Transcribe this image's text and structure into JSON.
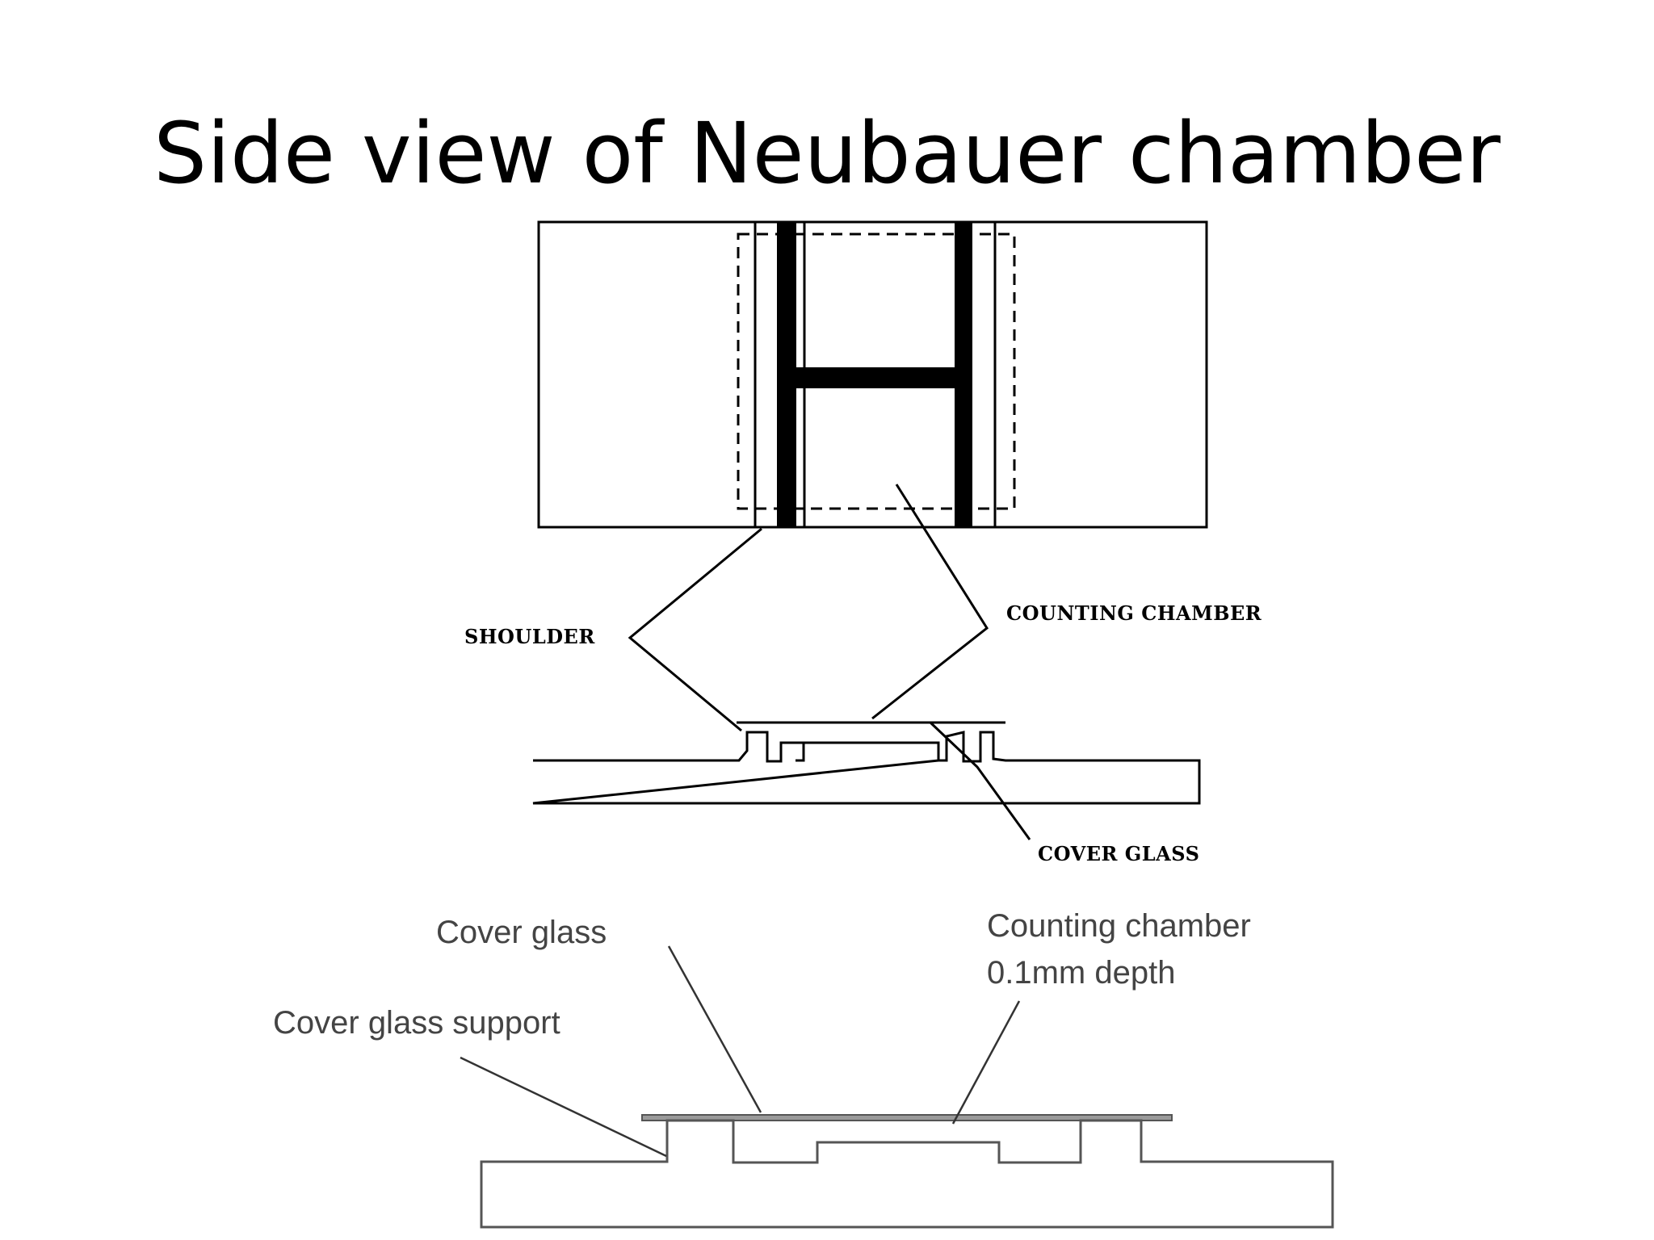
{
  "title": "Side view of Neubauer chamber",
  "top_diagram": {
    "labels": {
      "shoulder": "SHOULDER",
      "counting_chamber": "COUNTING CHAMBER",
      "cover_glass": "COVER GLASS"
    }
  },
  "bottom_diagram": {
    "labels": {
      "cover_glass": "Cover glass",
      "cover_glass_support": "Cover glass support",
      "counting_chamber_line1": "Counting chamber",
      "counting_chamber_line2": "0.1mm depth"
    }
  },
  "colors": {
    "ink": "#000000",
    "gray_ink": "#555555",
    "background": "#ffffff"
  }
}
